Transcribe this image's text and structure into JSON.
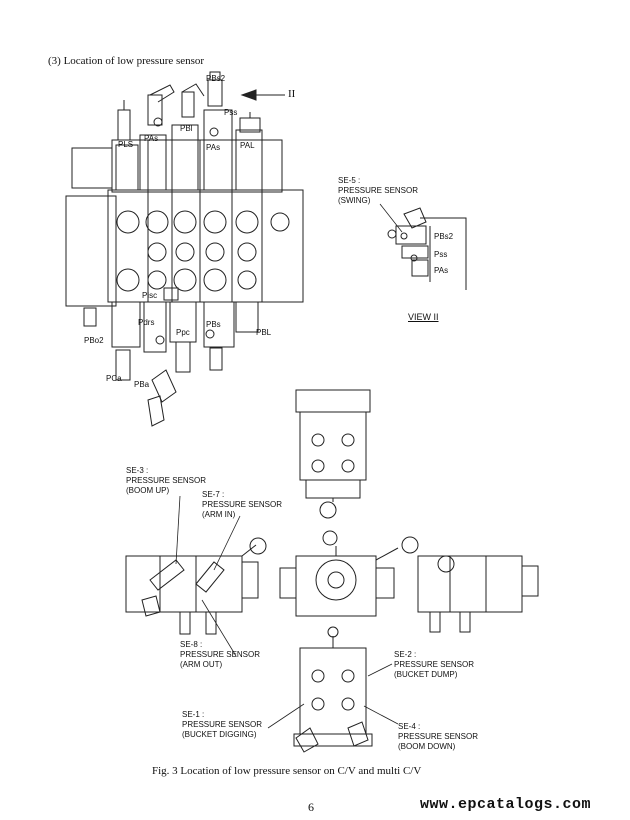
{
  "heading": "(3)  Location of low pressure sensor",
  "caption": "Fig. 3    Location of low pressure sensor on C/V and multi C/V",
  "page_number": "6",
  "watermark": "www.epcatalogs.com",
  "view_marker": "II",
  "view_label": "VIEW   II",
  "port_labels": {
    "pbs2": "PBs2",
    "pss": "Pss",
    "pls": "PLS",
    "pas_top": "PAs",
    "pbi": "PBl",
    "pas2": "PAs",
    "pal": "PAL",
    "pisc": "Pisc",
    "ppc": "Ppc",
    "pdrs": "Pdrs",
    "pbs": "PBs",
    "pbl": "PBL",
    "pbo2": "PBo2",
    "pca": "PCa",
    "pba": "PBa"
  },
  "view_ports": {
    "pbs2": "PBs2",
    "pss": "Pss",
    "pas": "PAs"
  },
  "sensors": {
    "se5": "SE-5 :\nPRESSURE SENSOR\n(SWING)",
    "se3": "SE-3 :\nPRESSURE SENSOR\n(BOOM UP)",
    "se7": "SE-7 :\nPRESSURE SENSOR\n(ARM IN)",
    "se8": "SE-8 :\nPRESSURE SENSOR\n(ARM OUT)",
    "se2": "SE-2 :\nPRESSURE SENSOR\n(BUCKET DUMP)",
    "se1": "SE-1 :\nPRESSURE SENSOR\n(BUCKET DIGGING)",
    "se4": "SE-4 :\nPRESSURE SENSOR\n(BOOM DOWN)"
  }
}
